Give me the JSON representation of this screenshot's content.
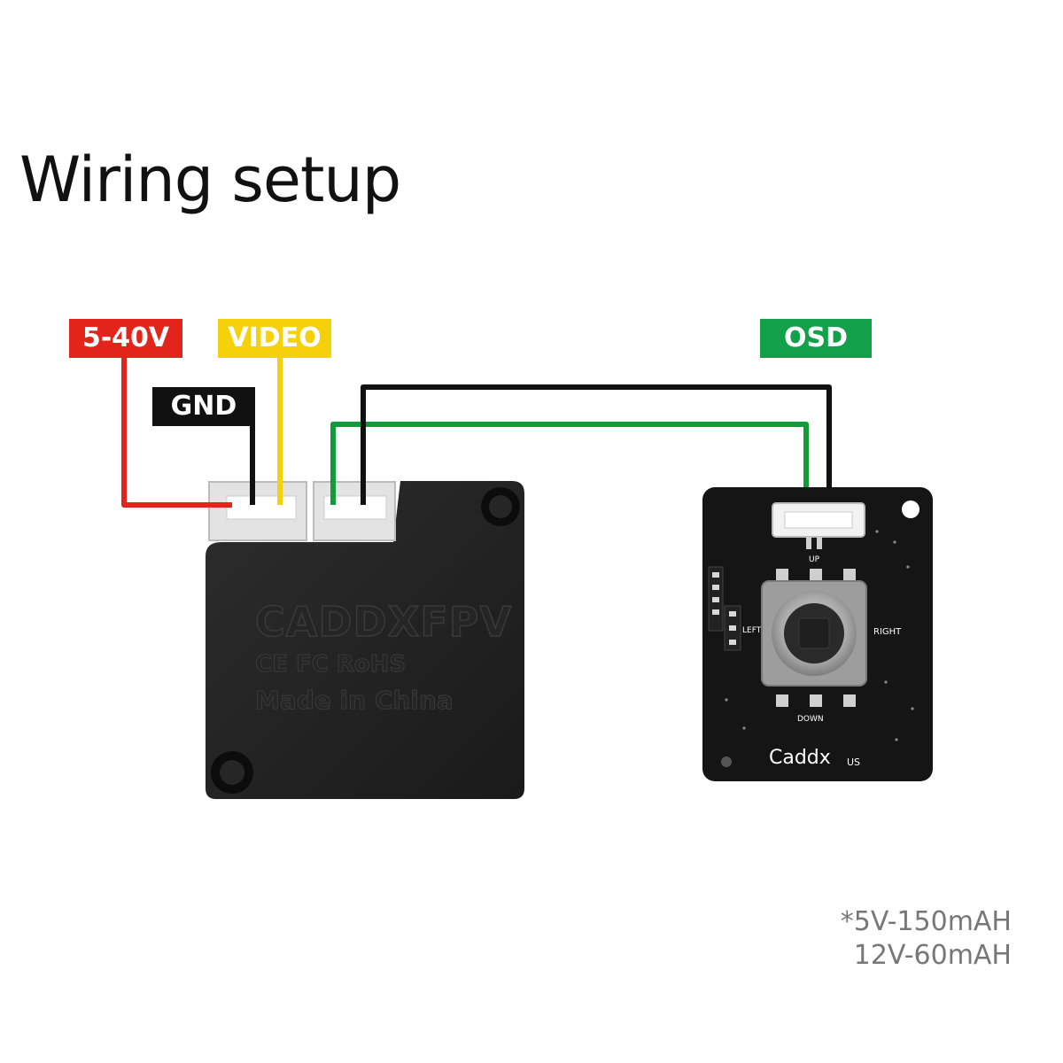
{
  "title": "Wiring setup",
  "wire_labels": {
    "power": "5-40V",
    "gnd": "GND",
    "video": "VIDEO",
    "osd": "OSD"
  },
  "camera": {
    "brand": "CADDXFPV",
    "certs": "CE FC RoHS",
    "origin": "Made in China"
  },
  "osd_board": {
    "brand": "Caddx",
    "brand_suffix": "US",
    "dir_up": "UP",
    "dir_down": "DOWN",
    "dir_left": "LEFT",
    "dir_right": "RIGHT"
  },
  "power_note": {
    "line1": "*5V-150mAH",
    "line2": "12V-60mAH"
  },
  "colors": {
    "power": "#e3241b",
    "gnd": "#111111",
    "video": "#f5d10c",
    "osd": "#12a04a",
    "osd_signal": "#139a3a"
  }
}
